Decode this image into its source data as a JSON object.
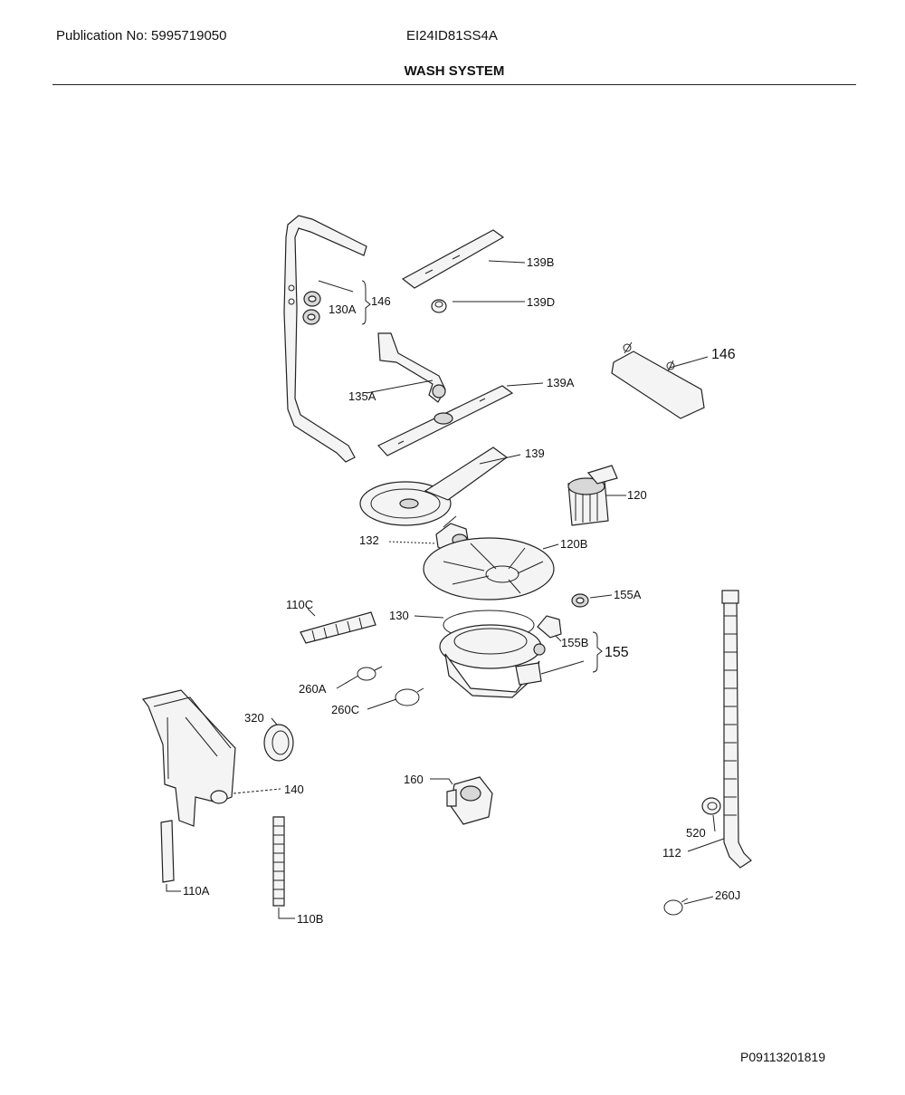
{
  "header": {
    "publication": "Publication No: 5995719050",
    "model": "EI24ID81SS4A",
    "title": "WASH SYSTEM"
  },
  "footer": {
    "code": "P09113201819"
  },
  "callouts": {
    "c139B": "139B",
    "c139D": "139D",
    "c146a": "146",
    "c130A": "130A",
    "c146b": "146",
    "c135A": "135A",
    "c139A": "139A",
    "c139": "139",
    "c120": "120",
    "c132": "132",
    "c120B": "120B",
    "c110C": "110C",
    "c130": "130",
    "c155A": "155A",
    "c155B": "155B",
    "c155": "155",
    "c260A": "260A",
    "c260C": "260C",
    "c320": "320",
    "c140": "140",
    "c160": "160",
    "c520": "520",
    "c112": "112",
    "c260J": "260J",
    "c110A": "110A",
    "c110B": "110B"
  }
}
